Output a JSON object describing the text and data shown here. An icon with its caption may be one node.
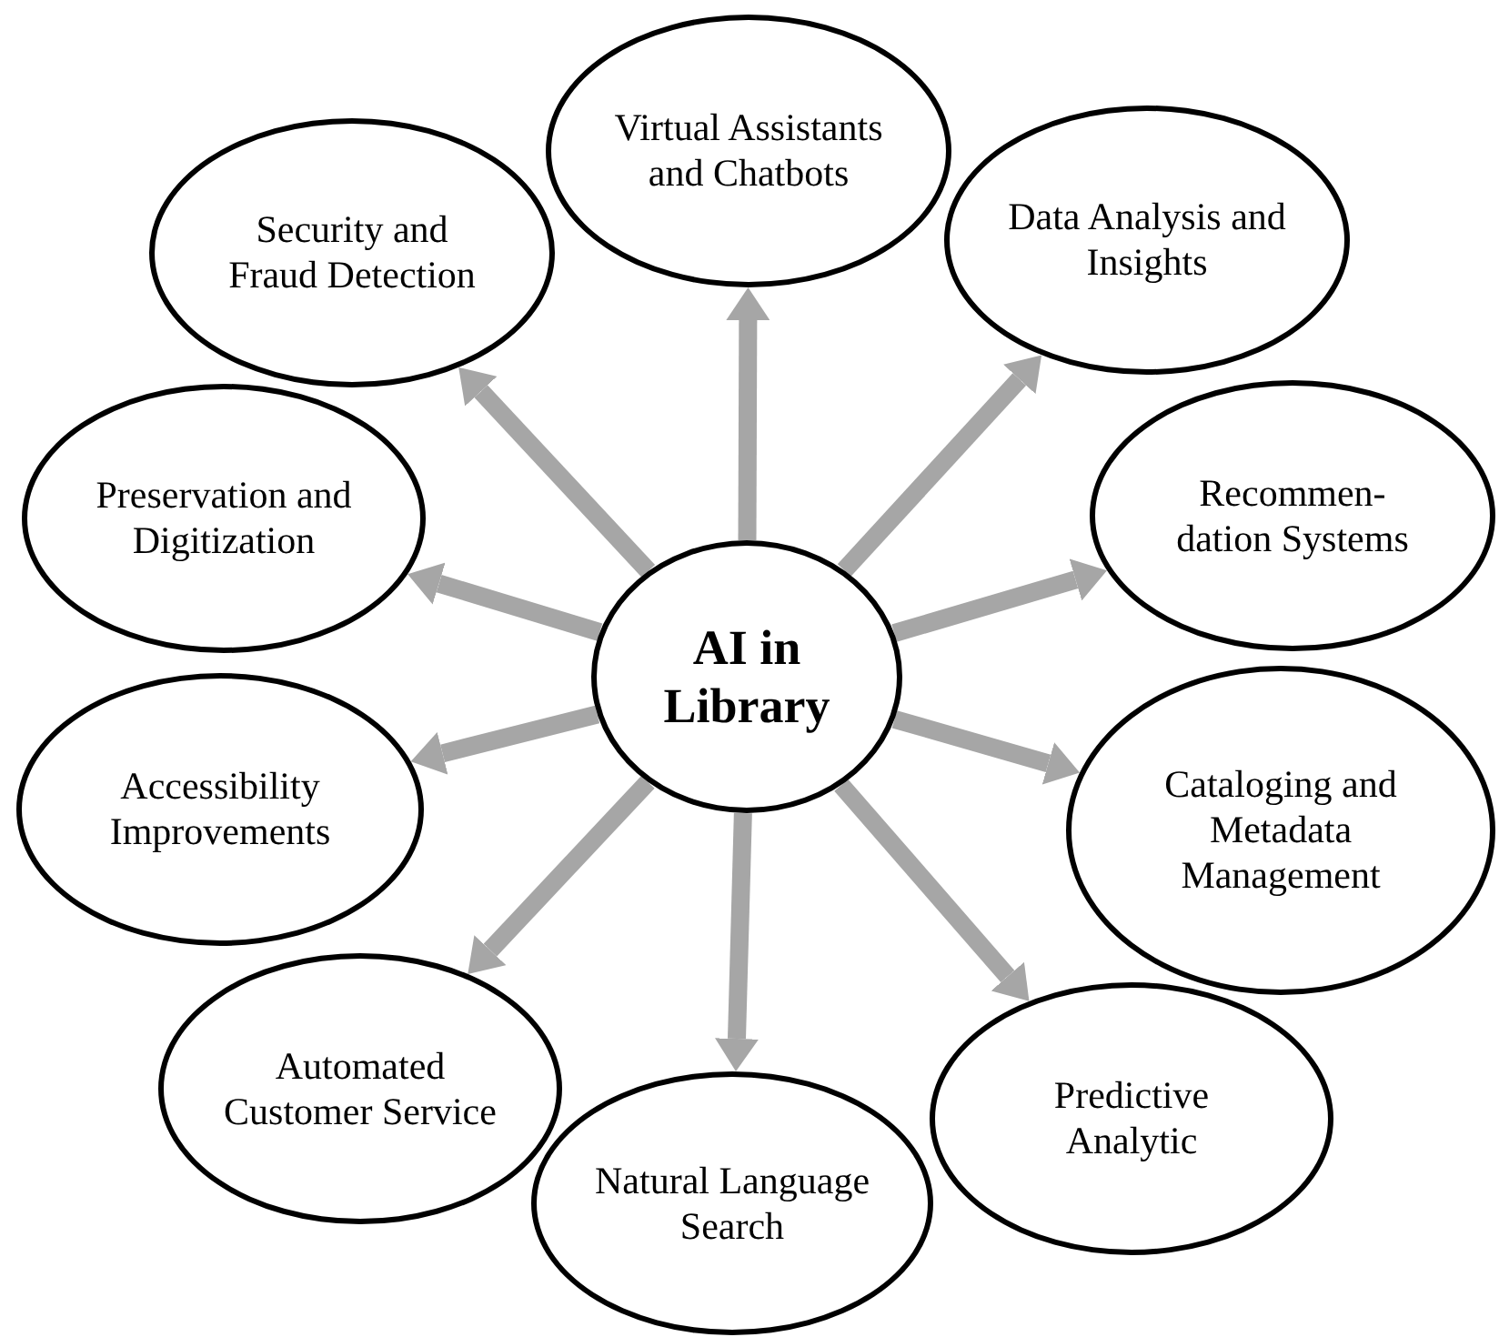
{
  "diagram": {
    "nodes": [
      {
        "text": [
          "AI in Library"
        ]
      },
      {
        "text": [
          "Virtual Assistants and Chatbots"
        ]
      },
      {
        "text": [
          "Data Analysis and Insights"
        ]
      },
      {
        "text": [
          "Recommen- dation Systems"
        ]
      },
      {
        "text": [
          "Cataloging and Metadata Management"
        ]
      },
      {
        "text": [
          "Predictive Analytic"
        ]
      },
      {
        "text": [
          "Natural Language Search"
        ]
      },
      {
        "text": [
          "Automated Customer Service"
        ]
      },
      {
        "text": [
          "Accessibility Improvements"
        ]
      },
      {
        "text": [
          "Preservation and Digitization"
        ]
      },
      {
        "text": [
          "Security and Fraud Detection"
        ]
      }
    ],
    "edges": [
      {
        "from": 0,
        "to": 1,
        "arrow": "to"
      },
      {
        "from": 0,
        "to": 2,
        "arrow": "to"
      },
      {
        "from": 0,
        "to": 3,
        "arrow": "to"
      },
      {
        "from": 0,
        "to": 4,
        "arrow": "to"
      },
      {
        "from": 0,
        "to": 5,
        "arrow": "to"
      },
      {
        "from": 0,
        "to": 6,
        "arrow": "to"
      },
      {
        "from": 0,
        "to": 7,
        "arrow": "to"
      },
      {
        "from": 0,
        "to": 8,
        "arrow": "to"
      },
      {
        "from": 0,
        "to": 9,
        "arrow": "to"
      },
      {
        "from": 0,
        "to": 10,
        "arrow": "to"
      }
    ]
  }
}
